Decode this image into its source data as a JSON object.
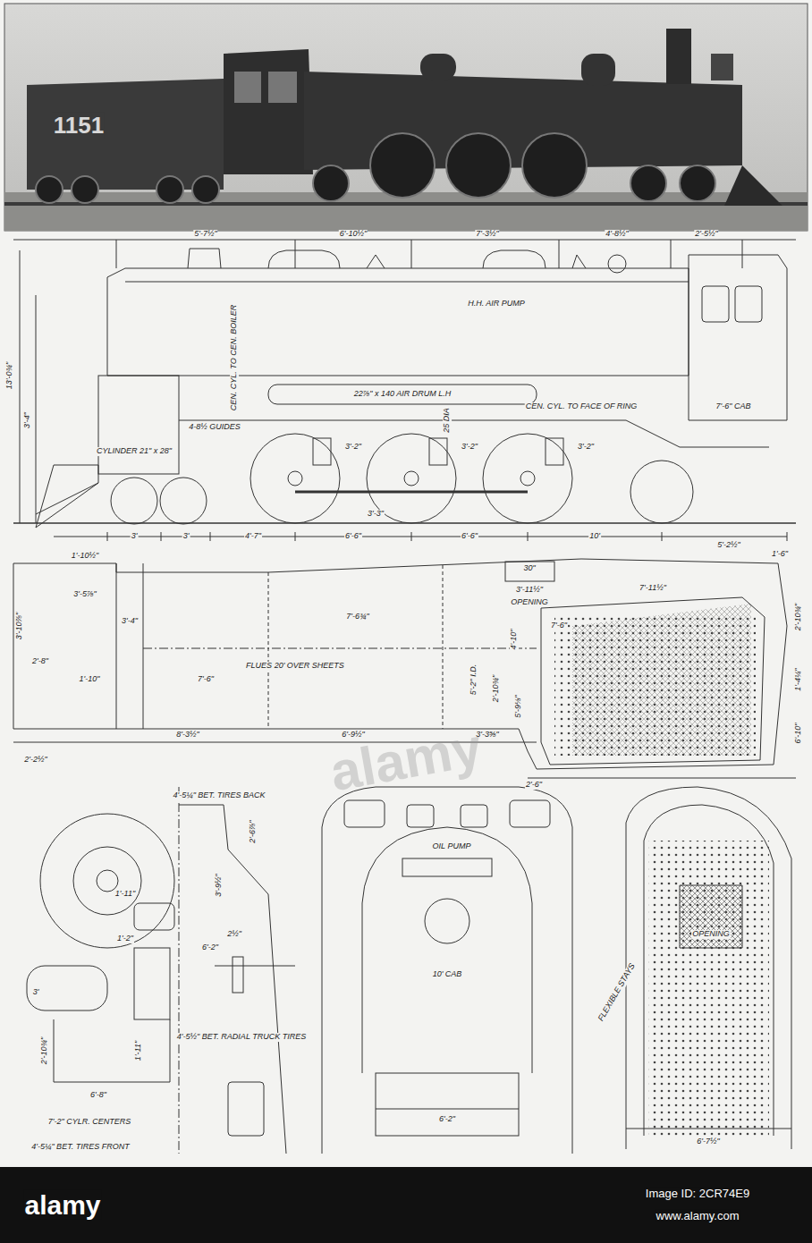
{
  "diagram": {
    "labels": [
      "1151",
      "5'-7½\"",
      "6'-10½\"",
      "7'-3½\"",
      "4'-8½\"",
      "2'-5½\"",
      "13'-0¾\"",
      "3'-4\"",
      "H.H. AIR PUMP",
      "22⅞\" x 140 AIR DRUM L.H",
      "7'-6\" CAB",
      "CYLINDER 21\" x 28\"",
      "4-8½ GUIDES",
      "CEN. CYL. TO CEN. BOILER",
      "25 DIA",
      "3'-3\"",
      "3'-2\"",
      "3'-2\"",
      "3'-2\"",
      "CEN. CYL. TO FACE OF RING",
      "3'",
      "3'",
      "4'-7\"",
      "6'-6\"",
      "6'-6\"",
      "10'",
      "5'-2½\"",
      "1'-10½\"",
      "3'-10⅞\"",
      "3'-5⅞\"",
      "3'-4\"",
      "2'-8\"",
      "1'-10\"",
      "7'-6\"",
      "7'-6¾\"",
      "FLUES 20' OVER SHEETS",
      "8'-3½\"",
      "6'-9½\"",
      "3'-3⅝\"",
      "30\"",
      "3'-11½\"",
      "OPENING",
      "5'-2\" I.D.",
      "2'-10¾\"",
      "4'-10\"",
      "7'-6\"",
      "7'-11½\"",
      "1'-6\"",
      "2'-10¾\"",
      "1'-4¼\"",
      "2'-6\"",
      "5'-9⅛\"",
      "2'-2½\"",
      "6'-10\"",
      "4'-5¼\" BET. TIRES BACK",
      "2'-6⅞\"",
      "3'-9½\"",
      "6'-2\"",
      "2½\"",
      "4'-5½\" BET. RADIAL TRUCK TIRES",
      "1'-11\"",
      "1'-2\"",
      "6'-8\"",
      "2'-10¾\"",
      "1'-11\"",
      "7'-2\" CYLR. CENTERS",
      "4'-5¼\" BET. TIRES FRONT",
      "3'",
      "OIL PUMP",
      "10' CAB",
      "6'-2\"",
      "FLEXIBLE STAYS",
      "OPENING",
      "6'-7½\"",
      "alamy",
      "alamy",
      "Image ID: 2CR74E9",
      "www.alamy.com"
    ]
  }
}
